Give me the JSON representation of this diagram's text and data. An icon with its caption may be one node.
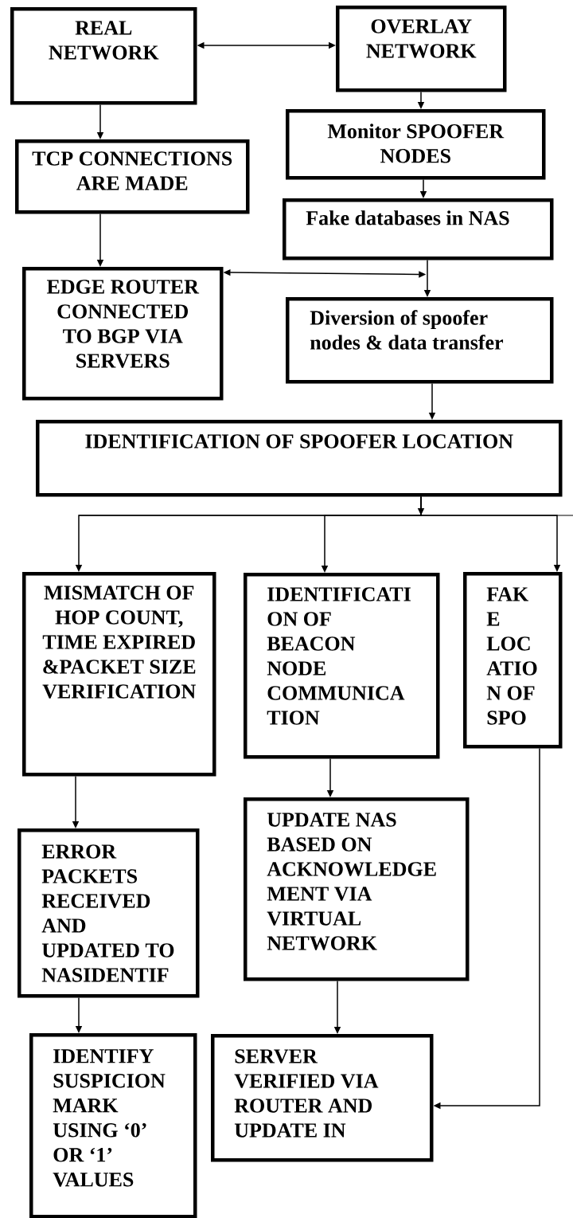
{
  "diagram": {
    "nodes": [
      {
        "text": [
          "REAL NETWORK"
        ]
      },
      {
        "text": [
          "OVERLAY NETWORK"
        ]
      },
      {
        "text": [
          "TCP CONNECTIONS ARE MADE"
        ]
      },
      {
        "text": [
          "Monitor SPOOFER NODES"
        ]
      },
      {
        "text": [
          "Fake databases in NAS"
        ]
      },
      {
        "text": [
          "EDGE ROUTER CONNECTED TO BGP VIA SERVERS"
        ]
      },
      {
        "text": [
          "Diversion of spoofer nodes & data transfer"
        ]
      },
      {
        "text": [
          "IDENTIFICATION OF SPOOFER LOCATION"
        ]
      },
      {
        "text": [
          "MISMATCH OF HOP COUNT, TIME EXPIRED &PACKET SIZE VERIFICATION"
        ]
      },
      {
        "text": [
          "IDENTIFICATI ON OF BEACON NODE COMMUNICA TION"
        ]
      },
      {
        "text": [
          "FAK E LOC ATIO N OF SPO"
        ]
      },
      {
        "text": [
          "ERROR PACKETS RECEIVED AND UPDATED TO NASIDENTIF"
        ]
      },
      {
        "text": [
          "UPDATE NAS BASED ON ACKNOWLEDGE MENT VIA VIRTUAL NETWORK"
        ]
      },
      {
        "text": [
          "IDENTIFY SUSPICION MARK USING ‘0’ OR ‘1’ VALUES"
        ]
      },
      {
        "text": [
          "SERVER VERIFIED VIA ROUTER AND UPDATE IN"
        ]
      }
    ],
    "edges": [
      {
        "from": 0,
        "to": 1,
        "arrow": "both"
      },
      {
        "from": 0,
        "to": 2,
        "arrow": "to"
      },
      {
        "from": 1,
        "to": 3,
        "arrow": "to"
      },
      {
        "from": 3,
        "to": 4,
        "arrow": "to"
      },
      {
        "from": 2,
        "to": 5,
        "arrow": "to"
      },
      {
        "from": 5,
        "to": 4,
        "arrow": "both"
      },
      {
        "from": 4,
        "to": 6,
        "arrow": "to"
      },
      {
        "from": 6,
        "to": 7,
        "arrow": "to"
      },
      {
        "from": 7,
        "to": 8,
        "arrow": "to"
      },
      {
        "from": 7,
        "to": 9,
        "arrow": "to"
      },
      {
        "from": 7,
        "to": 10,
        "arrow": "to"
      },
      {
        "from": 8,
        "to": 11,
        "arrow": "to"
      },
      {
        "from": 9,
        "to": 12,
        "arrow": "to"
      },
      {
        "from": 11,
        "to": 13,
        "arrow": "to"
      },
      {
        "from": 12,
        "to": 14,
        "arrow": "to"
      },
      {
        "from": 10,
        "to": 14,
        "arrow": "to"
      }
    ]
  }
}
